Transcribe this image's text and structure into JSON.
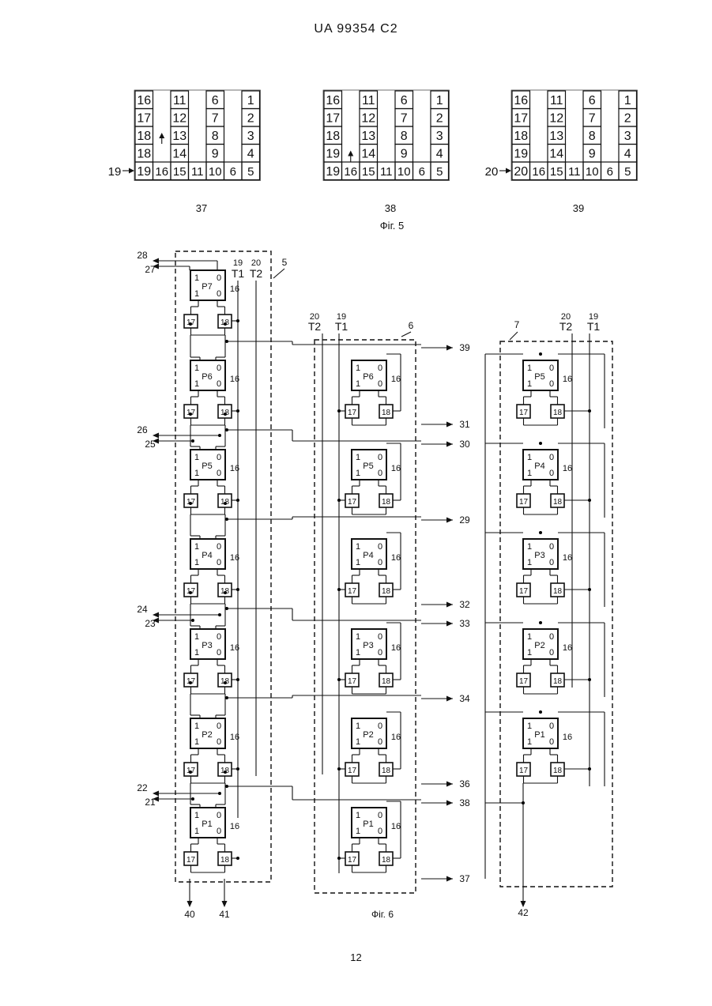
{
  "header": "UA   99354   C2",
  "page_number": "12",
  "fig5": {
    "caption": "Фіг. 5",
    "tables": [
      {
        "label": "37",
        "cols": [
          [
            "16",
            "17",
            "18",
            "18",
            "19"
          ],
          [
            "11",
            "12",
            "13",
            "14"
          ],
          [
            "6",
            "7",
            "8",
            "9"
          ],
          [
            "1",
            "2",
            "3",
            "4"
          ]
        ],
        "bottom": [
          "16",
          "15",
          "11",
          "10",
          "6",
          "5"
        ],
        "arrow_label": "19",
        "up_arrow_row": 2
      },
      {
        "label": "38",
        "cols": [
          [
            "16",
            "17",
            "18",
            "19",
            "19"
          ],
          [
            "11",
            "12",
            "13",
            "14"
          ],
          [
            "6",
            "7",
            "8",
            "9"
          ],
          [
            "1",
            "2",
            "3",
            "4"
          ]
        ],
        "bottom": [
          "16",
          "15",
          "11",
          "10",
          "6",
          "5"
        ],
        "arrow_label": "",
        "up_arrow_row": 3
      },
      {
        "label": "39",
        "cols": [
          [
            "16",
            "17",
            "18",
            "19",
            "20"
          ],
          [
            "11",
            "12",
            "13",
            "14"
          ],
          [
            "6",
            "7",
            "8",
            "9"
          ],
          [
            "1",
            "2",
            "3",
            "4"
          ]
        ],
        "bottom": [
          "16",
          "15",
          "11",
          "10",
          "6",
          "5"
        ],
        "arrow_label": "20",
        "up_arrow_row": -1
      }
    ]
  },
  "fig6": {
    "caption": "Фіг. 6",
    "block_labels": [
      "5",
      "6",
      "7"
    ],
    "t1": "T1",
    "t2": "T2",
    "n19": "19",
    "n20": "20",
    "cell_num": "16",
    "sub_a": "17",
    "sub_b": "18",
    "bit1": "1",
    "bit0": "0",
    "col1_cells": [
      "P7",
      "P6",
      "P5",
      "P4",
      "P3",
      "P2",
      "P1"
    ],
    "col2_cells": [
      "P6",
      "P5",
      "P4",
      "P3",
      "P2",
      "P1"
    ],
    "col3_cells": [
      "P5",
      "P4",
      "P3",
      "P2",
      "P1"
    ],
    "left_pairs": [
      [
        "28",
        "27"
      ],
      [
        "26",
        "25"
      ],
      [
        "24",
        "23"
      ],
      [
        "22",
        "21"
      ]
    ],
    "mid_outputs": [
      "39",
      "31",
      "30",
      "29",
      "32",
      "33",
      "34",
      "36",
      "38",
      "37"
    ],
    "bottom_outputs": [
      "40",
      "41",
      "42"
    ]
  }
}
